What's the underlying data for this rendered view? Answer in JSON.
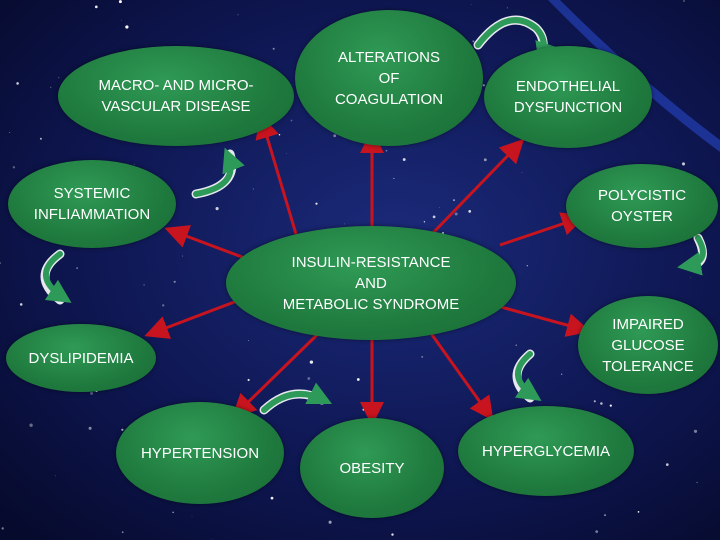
{
  "center": "INSULIN-RESISTANCE\nAND\nMETABOLIC SYNDROME",
  "nodes": {
    "macro_micro": "MACRO- AND  MICRO-\nVASCULAR DISEASE",
    "alterations": "ALTERATIONS\nOF\nCOAGULATION",
    "endothelial": "ENDOTHELIAL\nDYSFUNCTION",
    "systemic": "SYSTEMIC\nINFLIAMMATION",
    "polycistic": "POLYCISTIC\nOYSTER",
    "impaired": "IMPAIRED\nGLUCOSE\nTOLERANCE",
    "dyslipidemia": "DYSLIPIDEMIA",
    "hypertension": "HYPERTENSION",
    "obesity": "OBESITY",
    "hyperglycemia": "HYPERGLYCEMIA"
  },
  "colors": {
    "background": "#0a0e3a",
    "node_fill": "#1f7a3e",
    "arrow_red": "#c8141e",
    "curved_arrow": "#2e9a5a",
    "text": "#ffffff"
  }
}
